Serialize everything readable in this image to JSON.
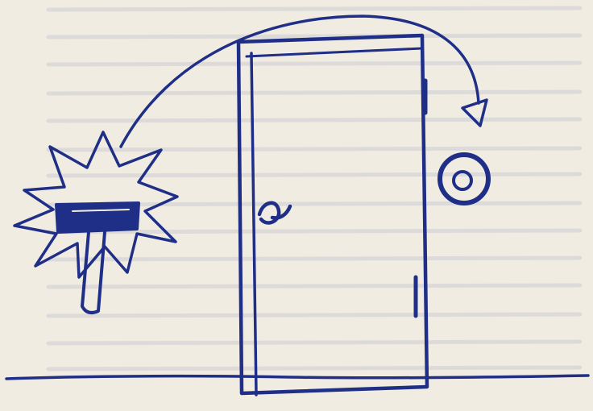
{
  "colors": {
    "paper": "#f1ece2",
    "ink": "#1f2f87",
    "bleed_text": "#9aa0b3"
  },
  "figure": {
    "elements": [
      "hammer-icon",
      "impact-burst",
      "curved-arrow",
      "door",
      "door-knob",
      "door-hinges",
      "target-circle",
      "floor-line"
    ]
  }
}
